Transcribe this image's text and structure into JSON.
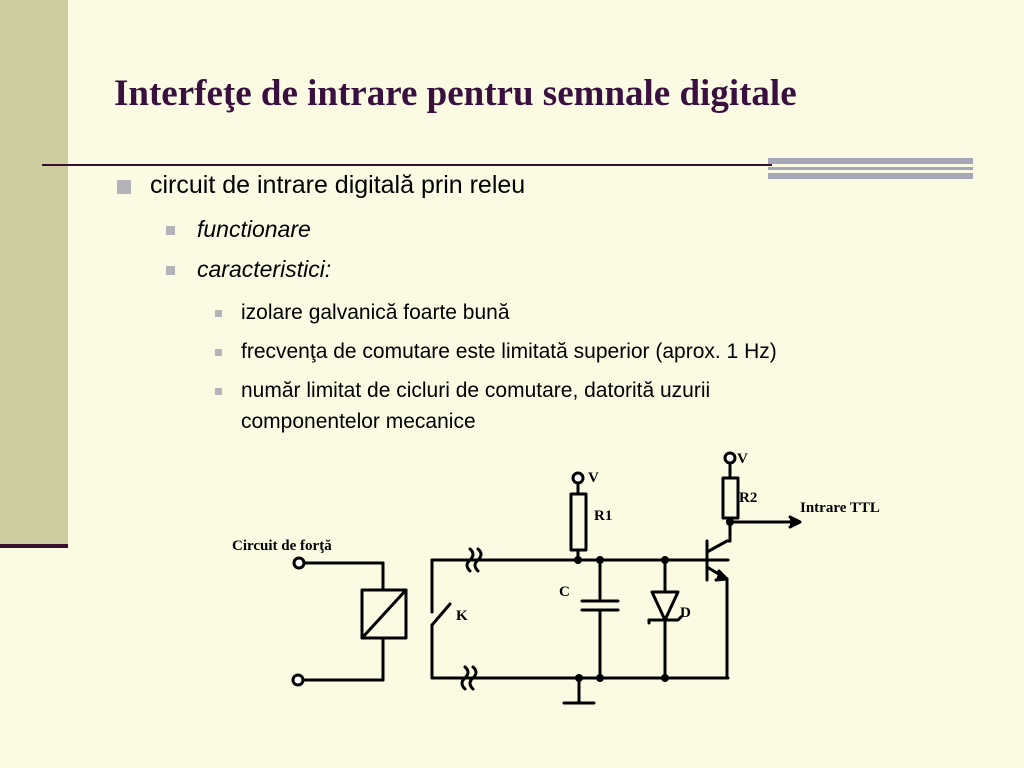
{
  "slide": {
    "title": "Interfeţe de intrare pentru semnale digitale",
    "bullets": {
      "l1": "circuit de intrare digitală prin releu",
      "l2a": "functionare",
      "l2b": "caracteristici:",
      "l3a": "izolare galvanică foarte bună",
      "l3b": "frecvenţa de comutare este limitată superior (aprox. 1 Hz)",
      "l3c_line1": "număr limitat de cicluri de comutare, datorită uzurii",
      "l3c_line2": "componentelor mecanice"
    }
  },
  "circuit": {
    "power_label": "Circuit de forţă",
    "switch_label": "K",
    "capacitor_label": "C",
    "diode_label": "D",
    "r1_label": "R1",
    "r2_label": "R2",
    "v1_label": "V",
    "v2_label": "V",
    "ttl_label": "Intrare TTL"
  },
  "colors": {
    "background": "#fbfbe4",
    "side_band": "#cdcd9f",
    "title": "#3a1040",
    "rule": "#3a1030",
    "bullet_square": "#b3b3b8"
  }
}
